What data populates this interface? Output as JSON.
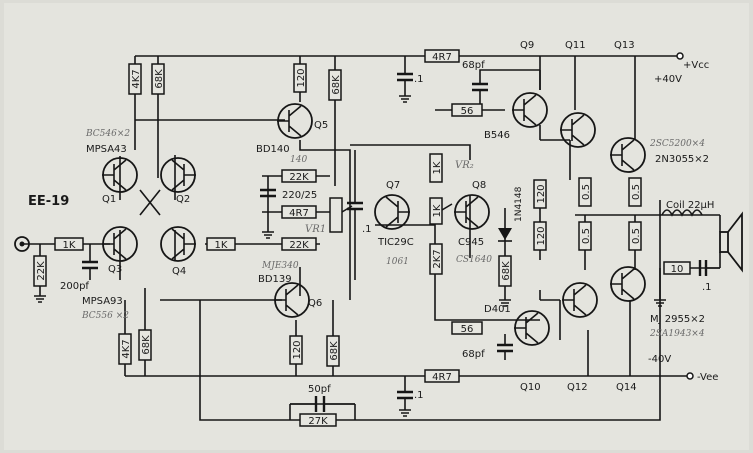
{
  "title": "EE-19",
  "rails": {
    "vcc_label": "+Vcc",
    "vcc_value": "+40V",
    "vee_label": "-Vee",
    "vee_value": "-40V"
  },
  "transistors": {
    "q1": "Q1",
    "q2": "Q2",
    "q3": "Q3",
    "q4": "Q4",
    "q5": "Q5",
    "q6": "Q6",
    "q7": "Q7",
    "q8": "Q8",
    "q9": "Q9",
    "q10": "Q10",
    "q11": "Q11",
    "q12": "Q12",
    "q13": "Q13",
    "q14": "Q14"
  },
  "part_numbers": {
    "mpsa43": "MPSA43",
    "mpsa93": "MPSA93",
    "bd140": "BD140",
    "bd139": "BD139",
    "tic29c": "TIC29C",
    "c945": "C945",
    "b546": "B546",
    "d401": "D401",
    "n3055": "2N3055×2",
    "mj2955": "MJ 2955×2",
    "diode": "1N4148"
  },
  "resistors": {
    "r_4k7_top": "4K7",
    "r_68k_top": "68K",
    "r_120_top": "120",
    "r_68k_mid_top": "68K",
    "r_4r7_top": "4R7",
    "r_1k_in": "1K",
    "r_22k_in": "22K",
    "r_1k_mid": "1K",
    "r_22k_a": "22K",
    "r_4r7_mid": "4R7",
    "r_22k_fb": "22K",
    "r_vr1": "VR1",
    "r_1k_q7": "1K",
    "r_1k_vr2": "1K",
    "r_2k7": "2K7",
    "r_68k_d": "68K",
    "r_56_top": "56",
    "r_56_bot": "56",
    "r_120_q9": "120",
    "r_120_q10": "120",
    "r_05_a": "0.5",
    "r_05_b": "0.5",
    "r_05_c": "0.5",
    "r_05_d": "0.5",
    "r_10": "10",
    "r_4k7_bot": "4K7",
    "r_68k_bot": "68K",
    "r_120_bot": "120",
    "r_68k_mid_bot": "68K",
    "r_4r7_bot": "4R7",
    "r_27k": "27K"
  },
  "capacitors": {
    "c_1_top": ".1",
    "c_68pf_top": "68pf",
    "c_220": "220/25",
    "c_1_mid": ".1",
    "c_200pf": "200pf",
    "c_68pf_bot": "68pf",
    "c_50pf": "50pf",
    "c_1_bot": ".1",
    "c_1_out": ".1"
  },
  "output": {
    "coil": "Coil 22μH"
  },
  "handwritten": {
    "bc546": "BC546×2",
    "bc556": "BC556 ×2",
    "mje340": "MJE340",
    "vr2": "VR₂",
    "n_1061": "1061",
    "cs1640": "CS1640",
    "c5200": "2SC5200×4",
    "a1943": "2SA1943×4",
    "n140": "140"
  }
}
